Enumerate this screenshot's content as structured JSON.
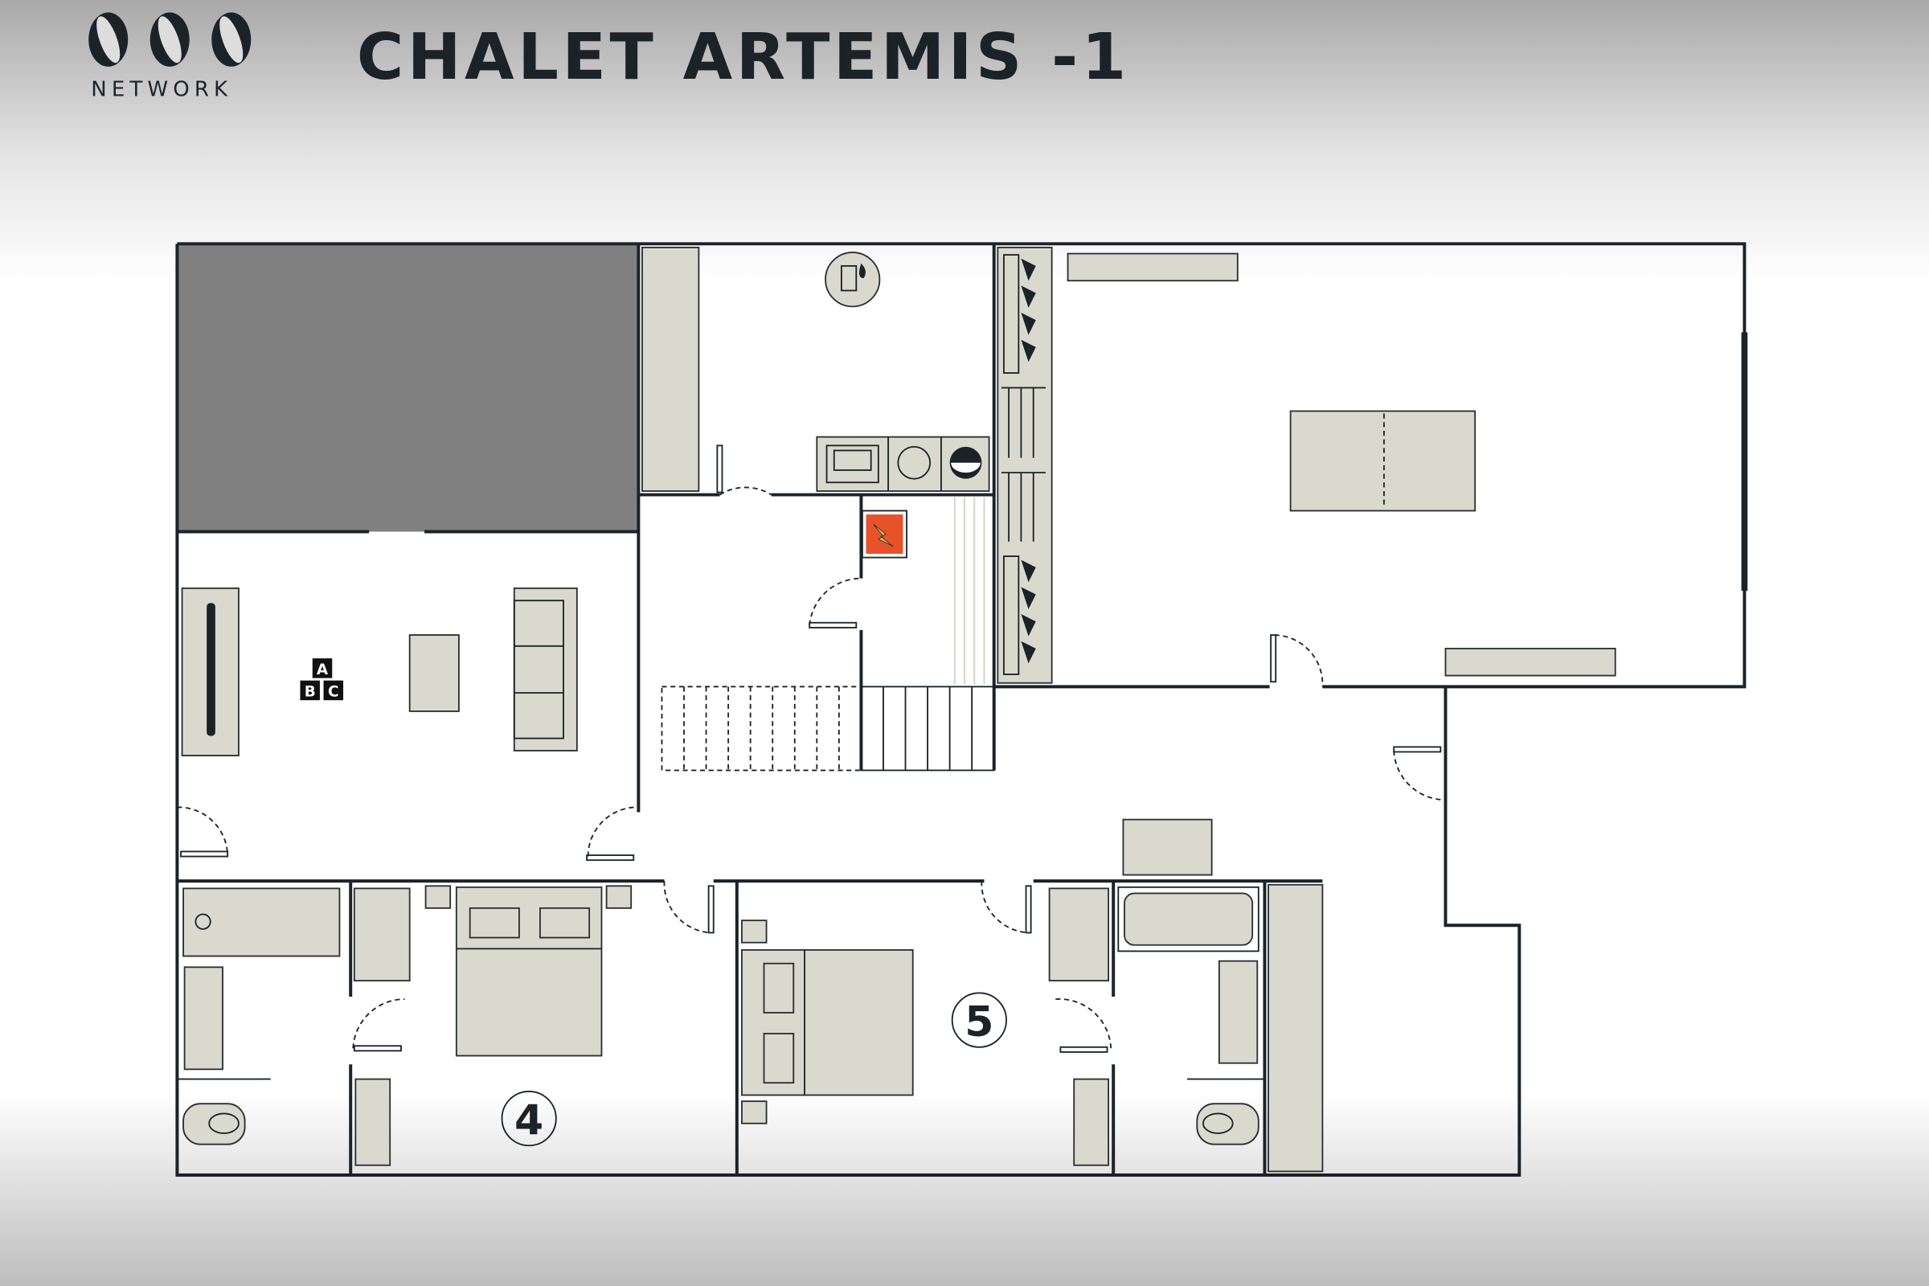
{
  "header": {
    "title": "CHALET ARTEMIS -1",
    "logo_text": "NETWORK"
  },
  "rooms": [
    {
      "number": "4"
    },
    {
      "number": "5"
    }
  ],
  "abc_label": {
    "a": "A",
    "b": "B",
    "c": "C"
  },
  "colors": {
    "wall": "#1b2329",
    "furniture": "#d9dacd",
    "unavailable": "#808080",
    "electric": "#e8522a"
  }
}
